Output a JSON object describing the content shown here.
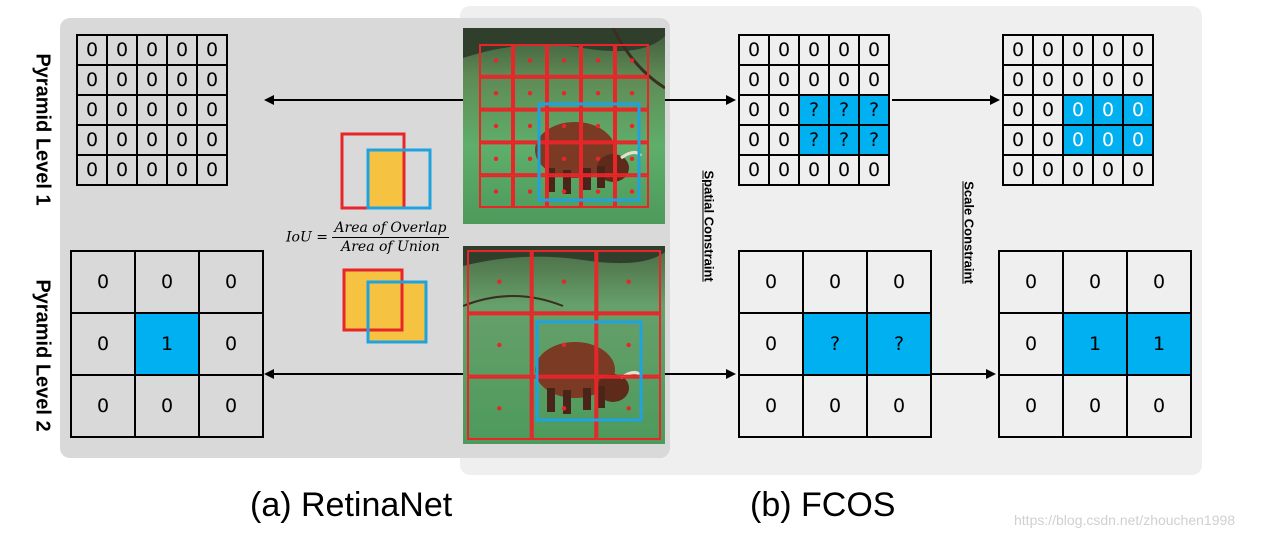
{
  "labels": {
    "pyramid_level_1": "Pyramid Level 1",
    "pyramid_level_2": "Pyramid Level 2",
    "spatial_constraint": "Spatial Constraint",
    "scale_constraint": "Scale Constraint",
    "caption_retina": "(a) RetinaNet",
    "caption_fcos": "(b) FCOS",
    "watermark": "https://blog.csdn.net/zhouchen1998"
  },
  "iou_formula": {
    "lhs": "IoU =",
    "numerator": "Area of Overlap",
    "denominator": "Area of Union"
  },
  "colors": {
    "highlight": "#00b0f0",
    "anchor_red": "#e8262a",
    "gt_blue": "#1fa2e0",
    "overlap_yellow": "#f5c242",
    "retina_panel": "#d9d9d9",
    "fcos_panel": "#efefef"
  },
  "grids": {
    "retina_level1": {
      "cells": [
        [
          "0",
          "0",
          "0",
          "0",
          "0"
        ],
        [
          "0",
          "0",
          "0",
          "0",
          "0"
        ],
        [
          "0",
          "0",
          "0",
          "0",
          "0"
        ],
        [
          "0",
          "0",
          "0",
          "0",
          "0"
        ],
        [
          "0",
          "0",
          "0",
          "0",
          "0"
        ]
      ],
      "highlight": []
    },
    "retina_level2": {
      "cells": [
        [
          "0",
          "0",
          "0"
        ],
        [
          "0",
          "1",
          "0"
        ],
        [
          "0",
          "0",
          "0"
        ]
      ],
      "highlight": [
        [
          1,
          1
        ]
      ]
    },
    "fcos_spatial_level1": {
      "cells": [
        [
          "0",
          "0",
          "0",
          "0",
          "0"
        ],
        [
          "0",
          "0",
          "0",
          "0",
          "0"
        ],
        [
          "0",
          "0",
          "?",
          "?",
          "?"
        ],
        [
          "0",
          "0",
          "?",
          "?",
          "?"
        ],
        [
          "0",
          "0",
          "0",
          "0",
          "0"
        ]
      ],
      "highlight": [
        [
          2,
          2
        ],
        [
          2,
          3
        ],
        [
          2,
          4
        ],
        [
          3,
          2
        ],
        [
          3,
          3
        ],
        [
          3,
          4
        ]
      ]
    },
    "fcos_scale_level1": {
      "cells": [
        [
          "0",
          "0",
          "0",
          "0",
          "0"
        ],
        [
          "0",
          "0",
          "0",
          "0",
          "0"
        ],
        [
          "0",
          "0",
          "0",
          "0",
          "0"
        ],
        [
          "0",
          "0",
          "0",
          "0",
          "0"
        ],
        [
          "0",
          "0",
          "0",
          "0",
          "0"
        ]
      ],
      "highlight": [
        [
          2,
          2
        ],
        [
          2,
          3
        ],
        [
          2,
          4
        ],
        [
          3,
          2
        ],
        [
          3,
          3
        ],
        [
          3,
          4
        ]
      ]
    },
    "fcos_spatial_level2": {
      "cells": [
        [
          "0",
          "0",
          "0"
        ],
        [
          "0",
          "?",
          "?"
        ],
        [
          "0",
          "0",
          "0"
        ]
      ],
      "highlight": [
        [
          1,
          1
        ],
        [
          1,
          2
        ]
      ]
    },
    "fcos_scale_level2": {
      "cells": [
        [
          "0",
          "0",
          "0"
        ],
        [
          "0",
          "1",
          "1"
        ],
        [
          "0",
          "0",
          "0"
        ]
      ],
      "highlight": [
        [
          1,
          1
        ],
        [
          1,
          2
        ]
      ]
    }
  }
}
